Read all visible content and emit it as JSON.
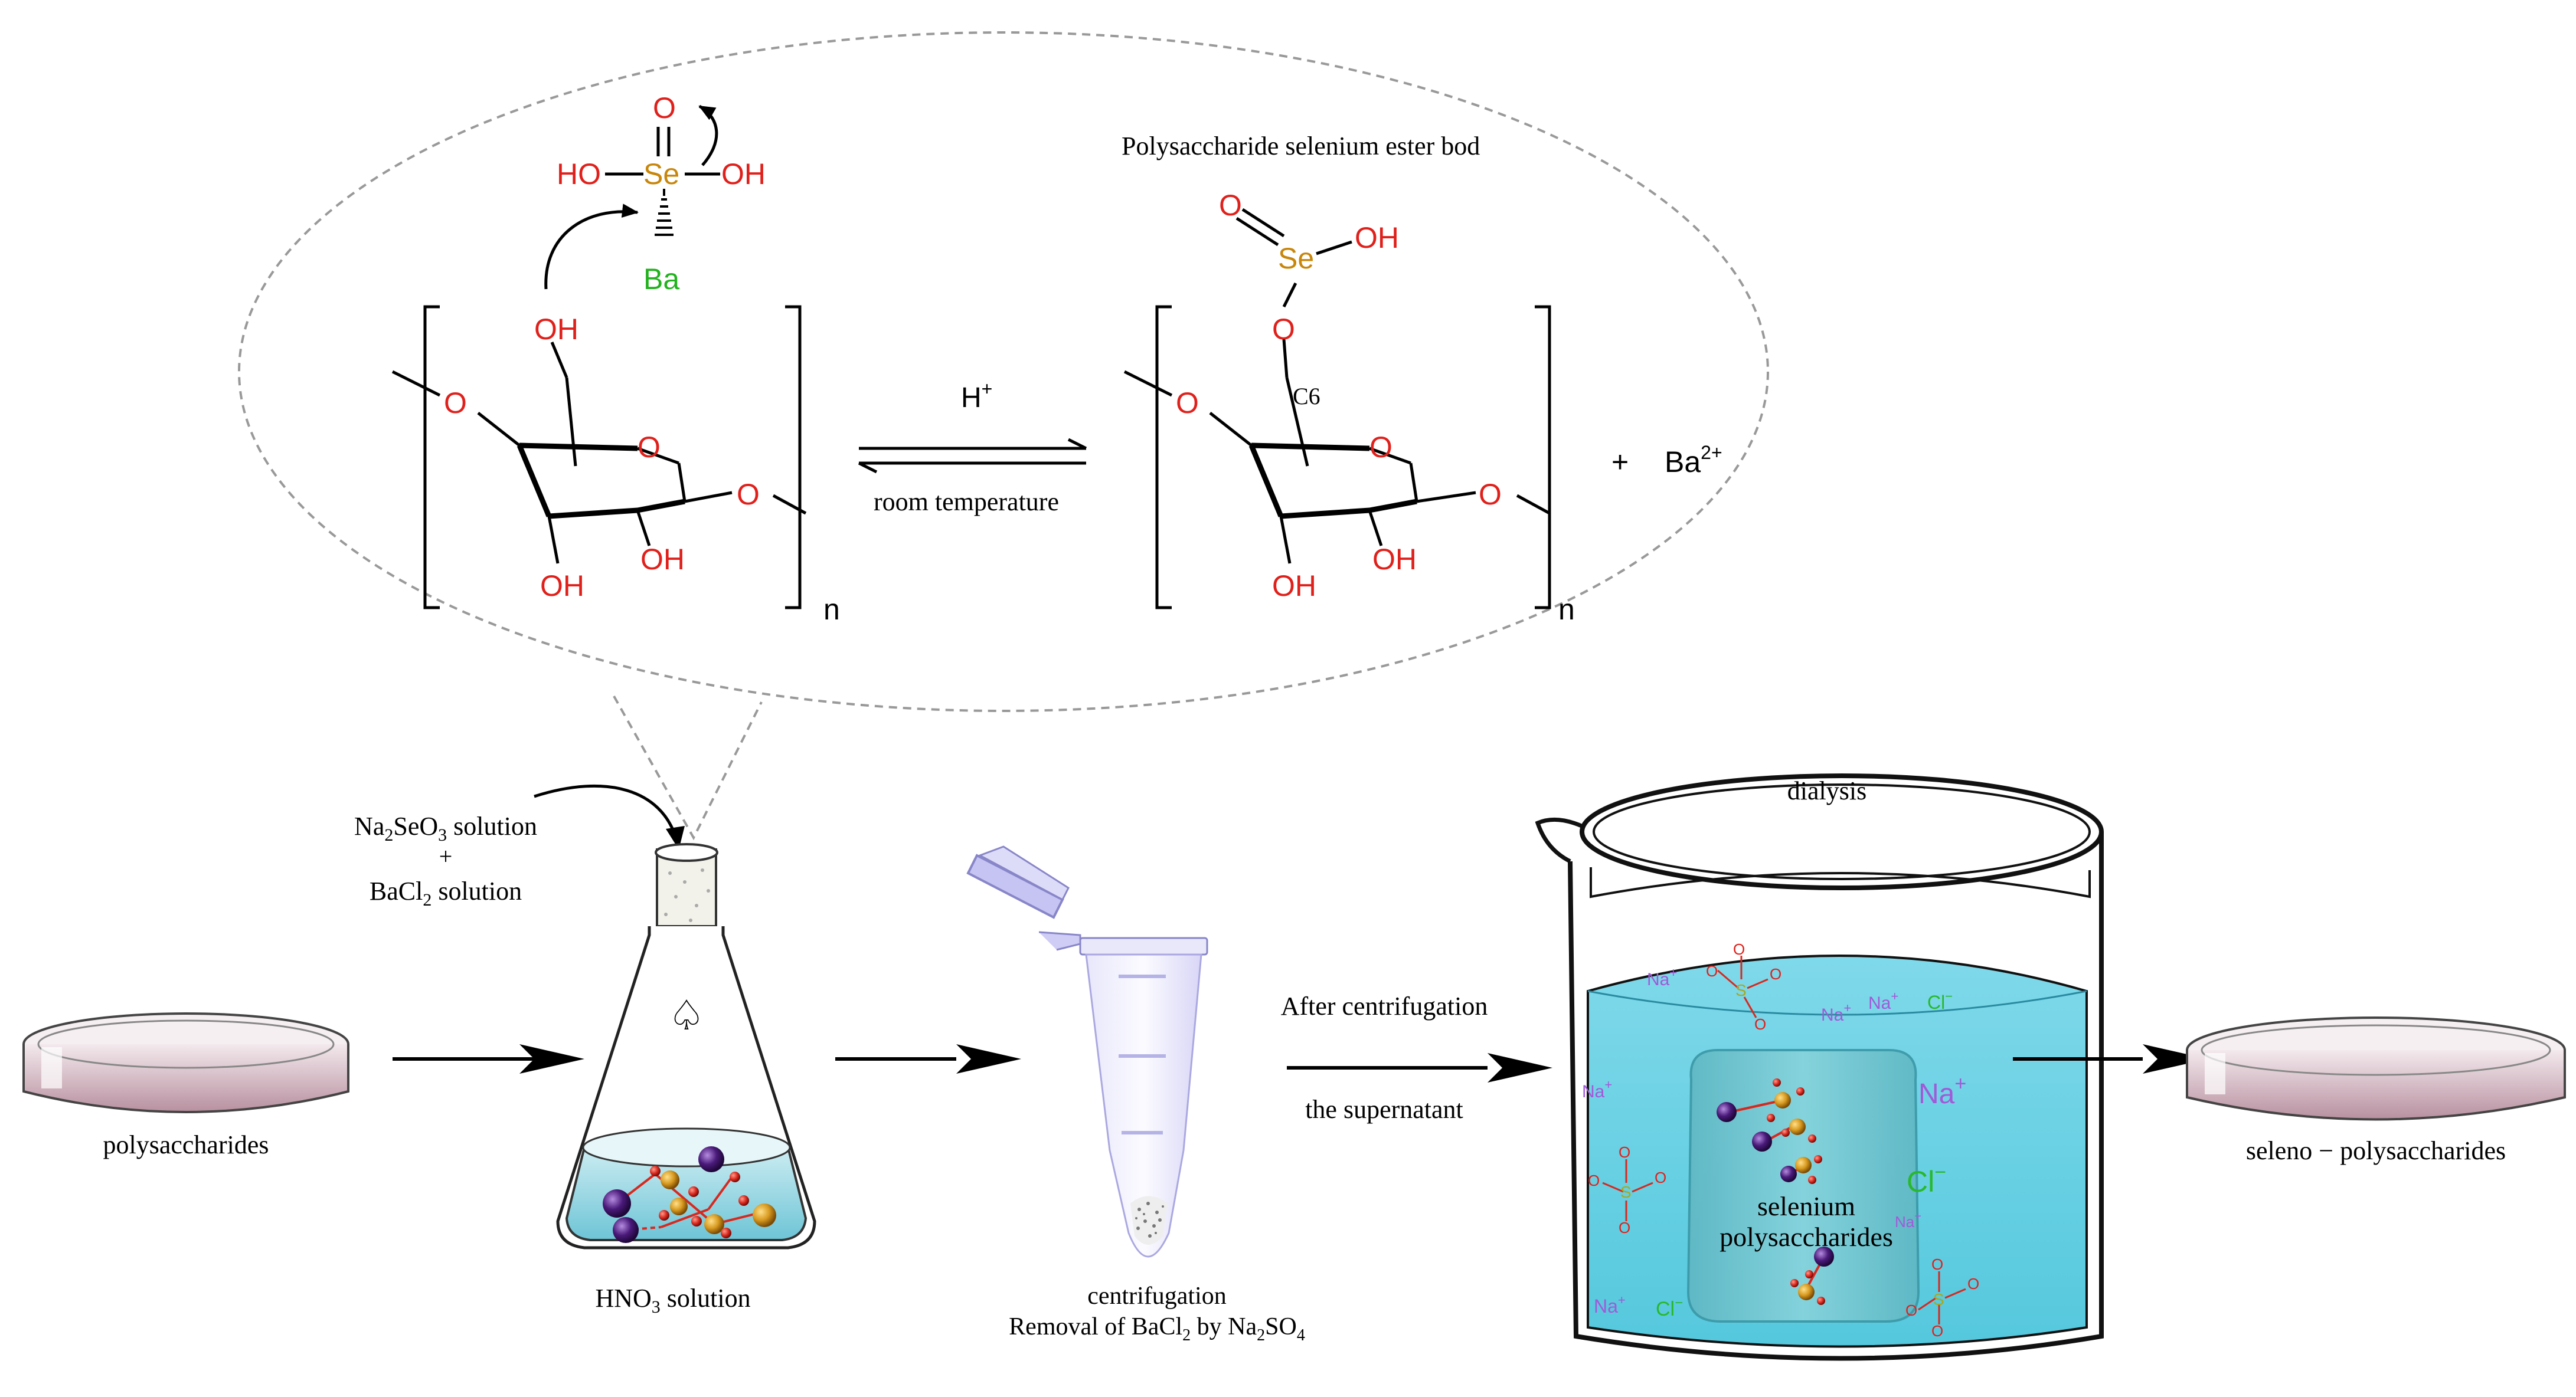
{
  "colors": {
    "oxygen": "#e0201b",
    "selenium": "#c8860a",
    "barium": "#22b21e",
    "sodium": "#a15ad8",
    "chloride": "#29b82c",
    "sulfur": "#a8a820",
    "water": "#6fd3e6",
    "dish": "#c9a6b3",
    "atom_purple": "#4a1a7a",
    "atom_gold": "#d89a20",
    "atom_red": "#d8281e"
  },
  "reaction": {
    "ester_bond_title": "Polysaccharide selenium ester bod",
    "catalyst": "H",
    "catalyst_sup": "+",
    "condition": "room temperature",
    "plus": "+",
    "byproduct": "Ba",
    "byproduct_sup": "2+",
    "repeat_unit": "n",
    "c6_label": "C6",
    "atoms": {
      "ho": "HO",
      "se": "Se",
      "oh": "OH",
      "o": "O",
      "ba": "Ba"
    }
  },
  "process": {
    "reagent_line1": "Na",
    "reagent_line1_sub": "2",
    "reagent_line1_rest": "SeO",
    "reagent_line1_sub2": "3",
    "reagent_line1_end": " solution",
    "reagent_plus": "+",
    "reagent_line2": "BaCl",
    "reagent_line2_sub": "2",
    "reagent_line2_end": " solution",
    "start_label": "polysaccharides",
    "flask_label": "HNO",
    "flask_label_sub": "3",
    "flask_label_end": " solution",
    "flask_symbol": "♤",
    "tube_label1": "centrifugation",
    "tube_label2": "Removal of BaCl",
    "tube_label2_sub": "2",
    "tube_label2_mid": " by Na",
    "tube_label2_sub2": "2",
    "tube_label2_mid2": "SO",
    "tube_label2_sub3": "4",
    "arrow_text1": "After centrifugation",
    "arrow_text2": "the supernatant",
    "beaker_label": "dialysis",
    "bag_label1": "selenium",
    "bag_label2": "polysaccharides",
    "end_label": "seleno − polysaccharides"
  },
  "ions": {
    "na": "Na",
    "na_sup": "+",
    "cl": "Cl",
    "cl_sup": "−",
    "o": "O",
    "s": "S",
    "o_minus": "O",
    "minus": "−"
  }
}
